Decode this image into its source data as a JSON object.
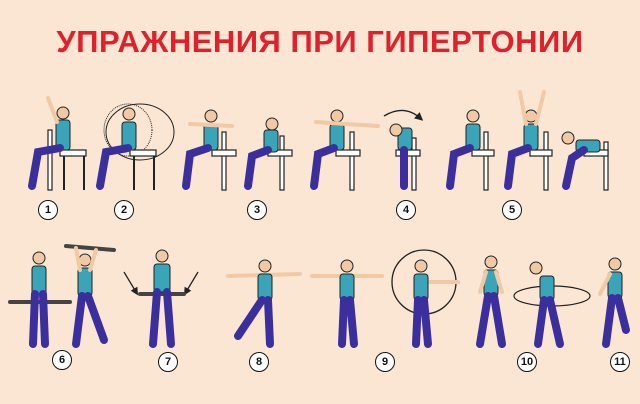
{
  "title": "УПРАЖНЕНИЯ ПРИ ГИПЕРТОНИИ",
  "exercise_numbers": [
    "1",
    "2",
    "3",
    "4",
    "5",
    "6",
    "7",
    "8",
    "9",
    "10",
    "11"
  ],
  "colors": {
    "title": "#e0202a",
    "background": "#fbe6d3",
    "shirt": "#3aa5b8",
    "pants": "#3b2f9e",
    "skin": "#f1c9a5",
    "chair": "#ffffff"
  }
}
